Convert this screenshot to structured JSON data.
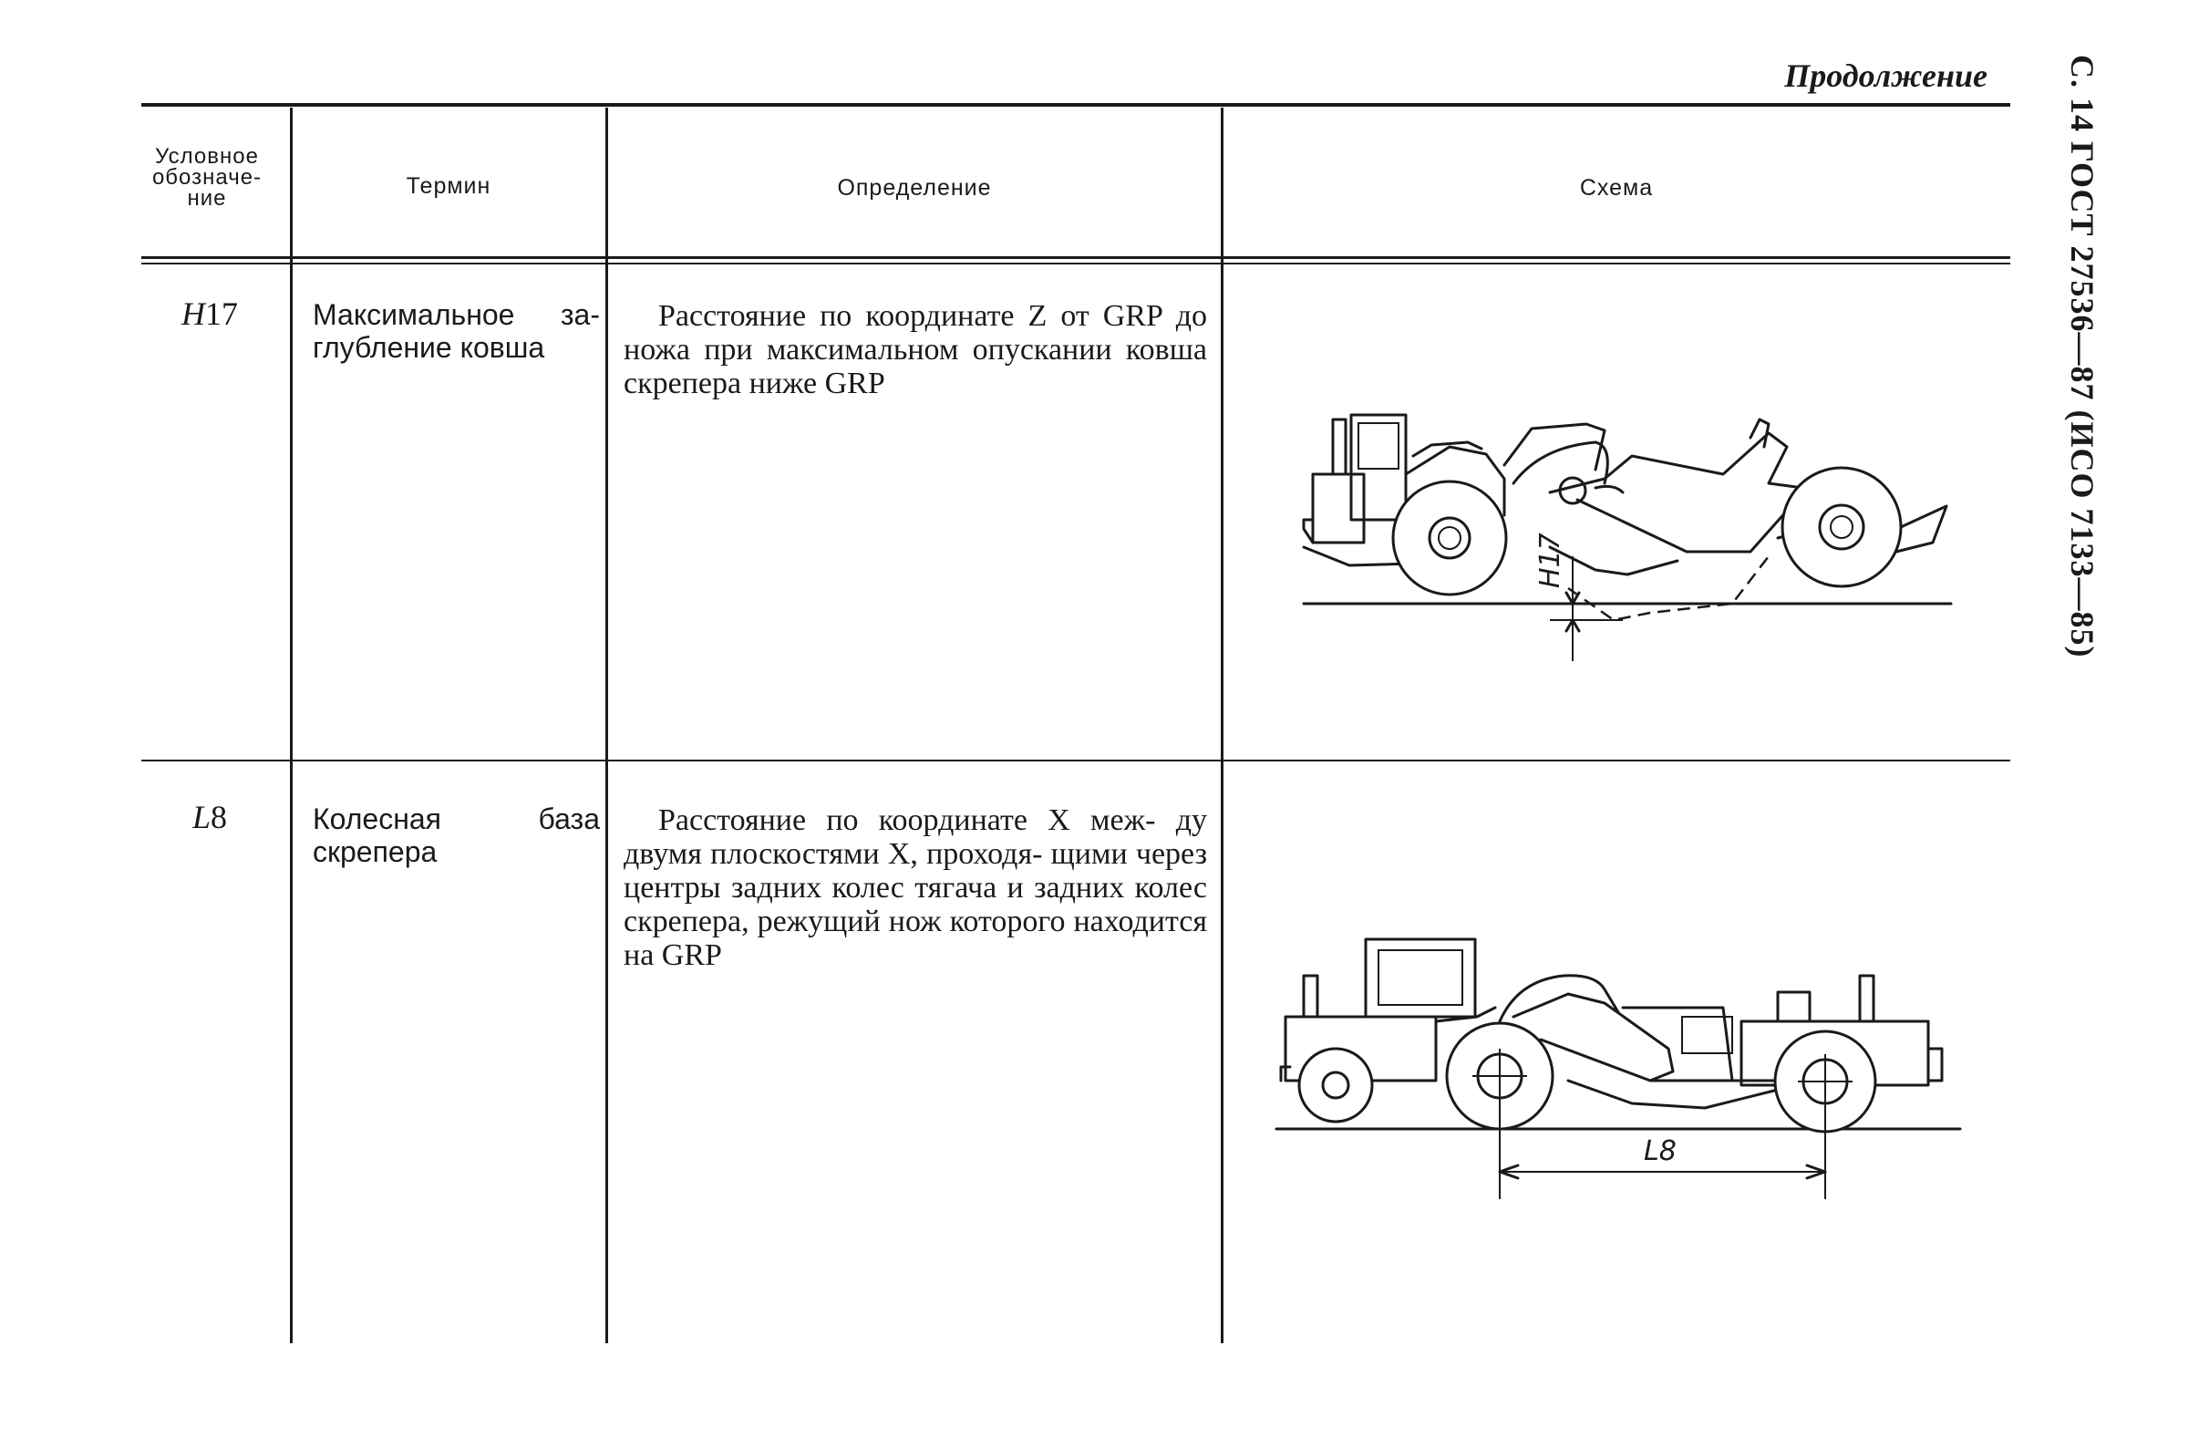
{
  "page": {
    "continued_label": "Продолжение",
    "side_header": "С. 14 ГОСТ 27536—87 (ИСО 7133—85)"
  },
  "table": {
    "headers": {
      "symbol": "Условное обозначе- ние",
      "term": "Термин",
      "definition": "Определение",
      "scheme": "Схема"
    },
    "rows": [
      {
        "symbol_letter": "H",
        "symbol_number": "17",
        "term": "Максимальное за- глубление ковша",
        "definition": "Расстояние по координате Z от GRP до ножа при максимальном опускании ковша скрепера ниже GRP",
        "diagram_label": "H17"
      },
      {
        "symbol_letter": "L",
        "symbol_number": "8",
        "term": "Колесная база скрепера",
        "definition": "Расстояние по координате X меж- ду двумя плоскостями X, проходя- щими через центры задних колес тягача и задних колес скрепера, режущий нож которого находится на GRP",
        "diagram_label": "L8"
      }
    ]
  }
}
